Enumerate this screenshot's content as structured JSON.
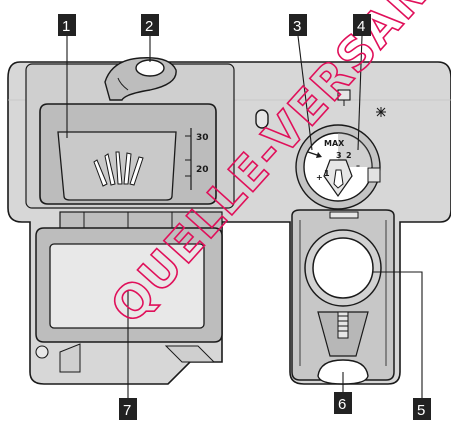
{
  "diagram": {
    "callouts": [
      {
        "number": "1"
      },
      {
        "number": "2"
      },
      {
        "number": "3"
      },
      {
        "number": "4"
      },
      {
        "number": "5"
      },
      {
        "number": "6"
      },
      {
        "number": "7"
      }
    ],
    "scale_marks": [
      "30",
      "20"
    ],
    "dial_text": {
      "max": "MAX",
      "plus": "+",
      "one": "1",
      "two": "2",
      "three": "3",
      "minus": "–"
    },
    "watermark": "QUELLE-VERSAND"
  },
  "colors": {
    "panel": "#d7d7d7",
    "panel_dark": "#b9b9b9",
    "panel_light": "#e8e8e8",
    "callout_box": "#222222",
    "watermark": "#e0105a"
  }
}
